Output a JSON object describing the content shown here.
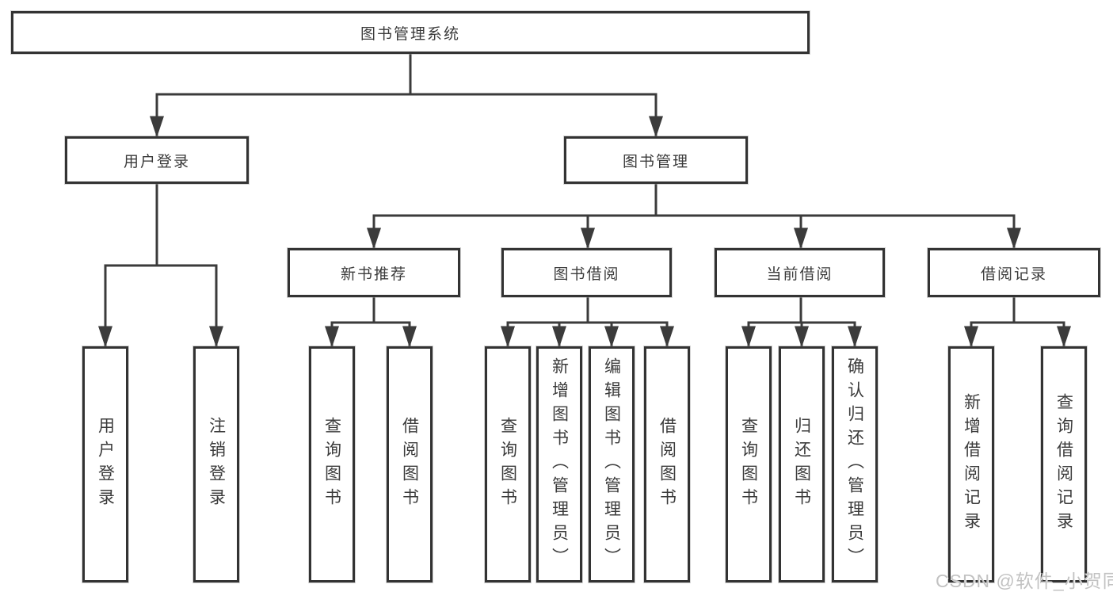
{
  "diagram_title": "图书管理系统",
  "tree": {
    "root": "图书管理系统",
    "level2": [
      "用户登录",
      "图书管理"
    ],
    "level3": [
      "新书推荐",
      "图书借阅",
      "当前借阅",
      "借阅记录"
    ],
    "leaves": {
      "user_login": [
        "用户登录",
        "注销登录"
      ],
      "new_book_recommend": [
        "查询图书",
        "借阅图书"
      ],
      "book_borrow": [
        "查询图书",
        "新增图书（管理员）",
        "编辑图书（管理员）",
        "借阅图书"
      ],
      "current_borrow": [
        "查询图书",
        "归还图书",
        "确认归还（管理员）"
      ],
      "borrow_records": [
        "新增借阅记录",
        "查询借阅记录"
      ]
    }
  },
  "colors": {
    "line": "#3b3b3b",
    "box_border": "#333333",
    "box_fill": "#ffffff",
    "text": "#3b3b3b",
    "watermark": "#c2c2c2"
  },
  "watermark": "CSDN @软件_小贺同学"
}
